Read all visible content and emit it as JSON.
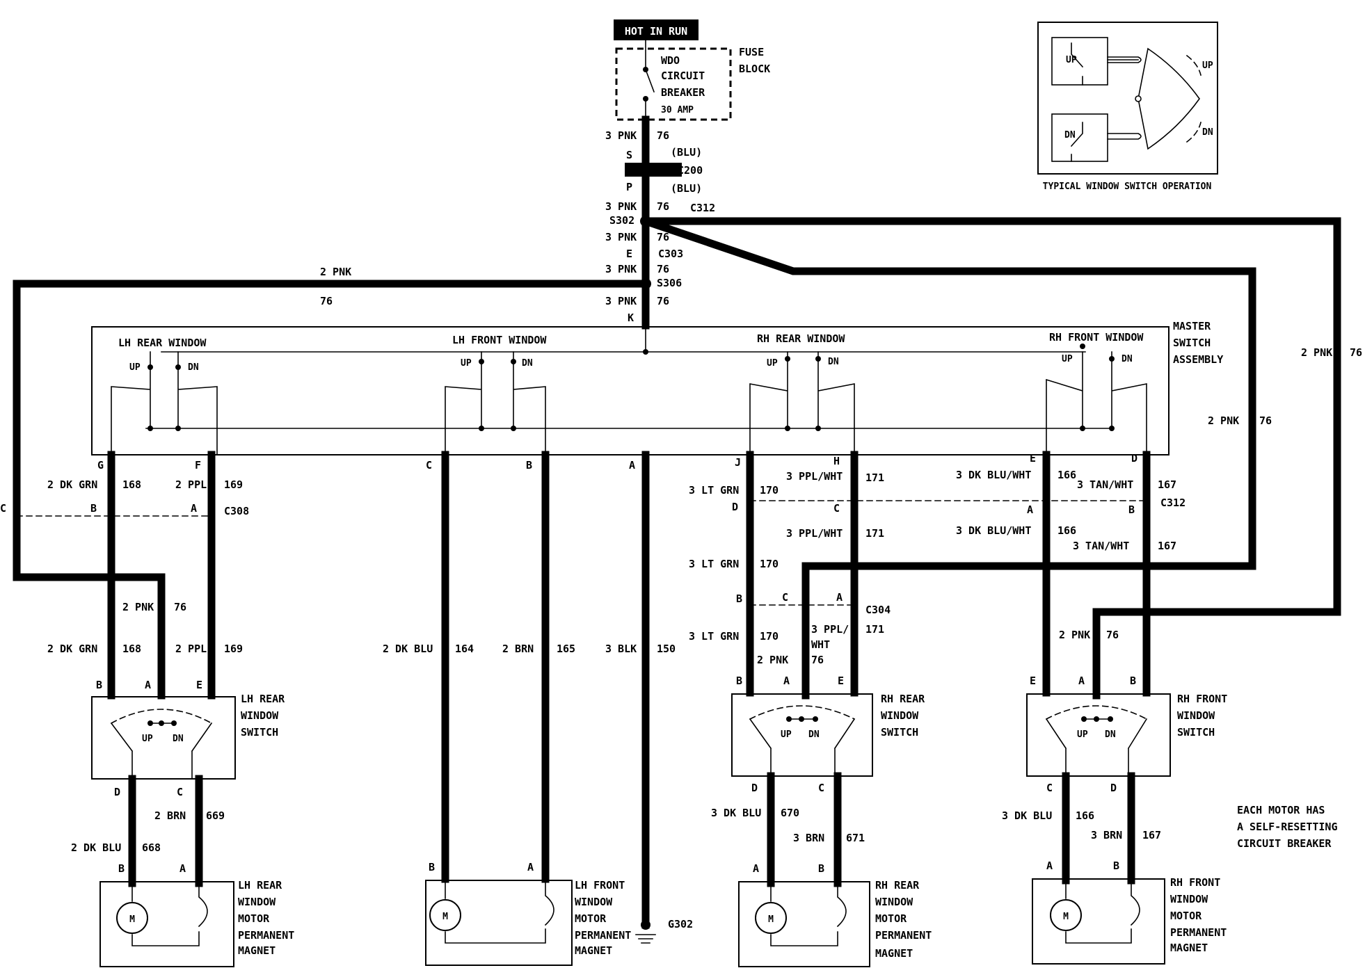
{
  "hot_in_run": "HOT IN RUN",
  "fuse": {
    "breaker_lines": [
      "WDO",
      "CIRCUIT",
      "BREAKER"
    ],
    "rating": "30 AMP",
    "block_lines": [
      "FUSE",
      "BLOCK"
    ]
  },
  "connectors": {
    "c200": "C200",
    "c303": "C303",
    "c308": "C308",
    "c312": "C312",
    "c304": "C304",
    "s302": "S302",
    "s306": "S306",
    "g302": "G302"
  },
  "feed_labels": {
    "pnk3": "3 PNK",
    "pnk2": "2 PNK",
    "circuit76": "76",
    "blu": "(BLU)",
    "pin_s": "S",
    "pin_p": "P",
    "pin_e": "E",
    "pin_k": "K"
  },
  "master_switch": {
    "title_lines": [
      "MASTER",
      "SWITCH",
      "ASSEMBLY"
    ],
    "sections": [
      "LH REAR WINDOW",
      "LH FRONT WINDOW",
      "RH REAR WINDOW",
      "RH FRONT WINDOW"
    ],
    "up": "UP",
    "dn": "DN"
  },
  "pins": {
    "g": "G",
    "f": "F",
    "c": "C",
    "b": "B",
    "a": "A",
    "j": "J",
    "h": "H",
    "e": "E",
    "d": "D"
  },
  "wires": {
    "dkgrn2": "2 DK GRN",
    "c168": "168",
    "ppl2": "2 PPL",
    "c169": "169",
    "dkblu2": "2 DK BLU",
    "c164": "164",
    "brn2": "2 BRN",
    "c165": "165",
    "blk3": "3 BLK",
    "c150": "150",
    "ltgrn3": "3 LT GRN",
    "c170": "170",
    "pplwht3": "3 PPL/WHT",
    "c171": "171",
    "ppl3_split": "3 PPL/",
    "wht_split": "WHT",
    "dkbluwht3": "3 DK BLU/WHT",
    "c166": "166",
    "tanwht3": "3 TAN/WHT",
    "c167": "167",
    "c669": "669",
    "c668": "668",
    "dkblu3": "3 DK BLU",
    "c670": "670",
    "brn3": "3 BRN",
    "c671": "671"
  },
  "door_switches": {
    "lh_rear": [
      "LH REAR",
      "WINDOW",
      "SWITCH"
    ],
    "rh_rear": [
      "RH REAR",
      "WINDOW",
      "SWITCH"
    ],
    "rh_front": [
      "RH FRONT",
      "WINDOW",
      "SWITCH"
    ],
    "up": "UP",
    "dn": "DN"
  },
  "motors": {
    "lh_rear": [
      "LH REAR",
      "WINDOW",
      "MOTOR"
    ],
    "lh_front": [
      "LH FRONT",
      "WINDOW",
      "MOTOR"
    ],
    "rh_rear": [
      "RH REAR",
      "WINDOW",
      "MOTOR"
    ],
    "rh_front": [
      "RH FRONT",
      "WINDOW",
      "MOTOR"
    ],
    "magnet_lines": [
      "PERMANENT",
      "MAGNET"
    ],
    "m": "M"
  },
  "note_lines": [
    "EACH MOTOR HAS",
    "A SELF-RESETTING",
    "CIRCUIT BREAKER"
  ],
  "inset": {
    "caption": "TYPICAL WINDOW SWITCH OPERATION",
    "up": "UP",
    "dn": "DN"
  }
}
